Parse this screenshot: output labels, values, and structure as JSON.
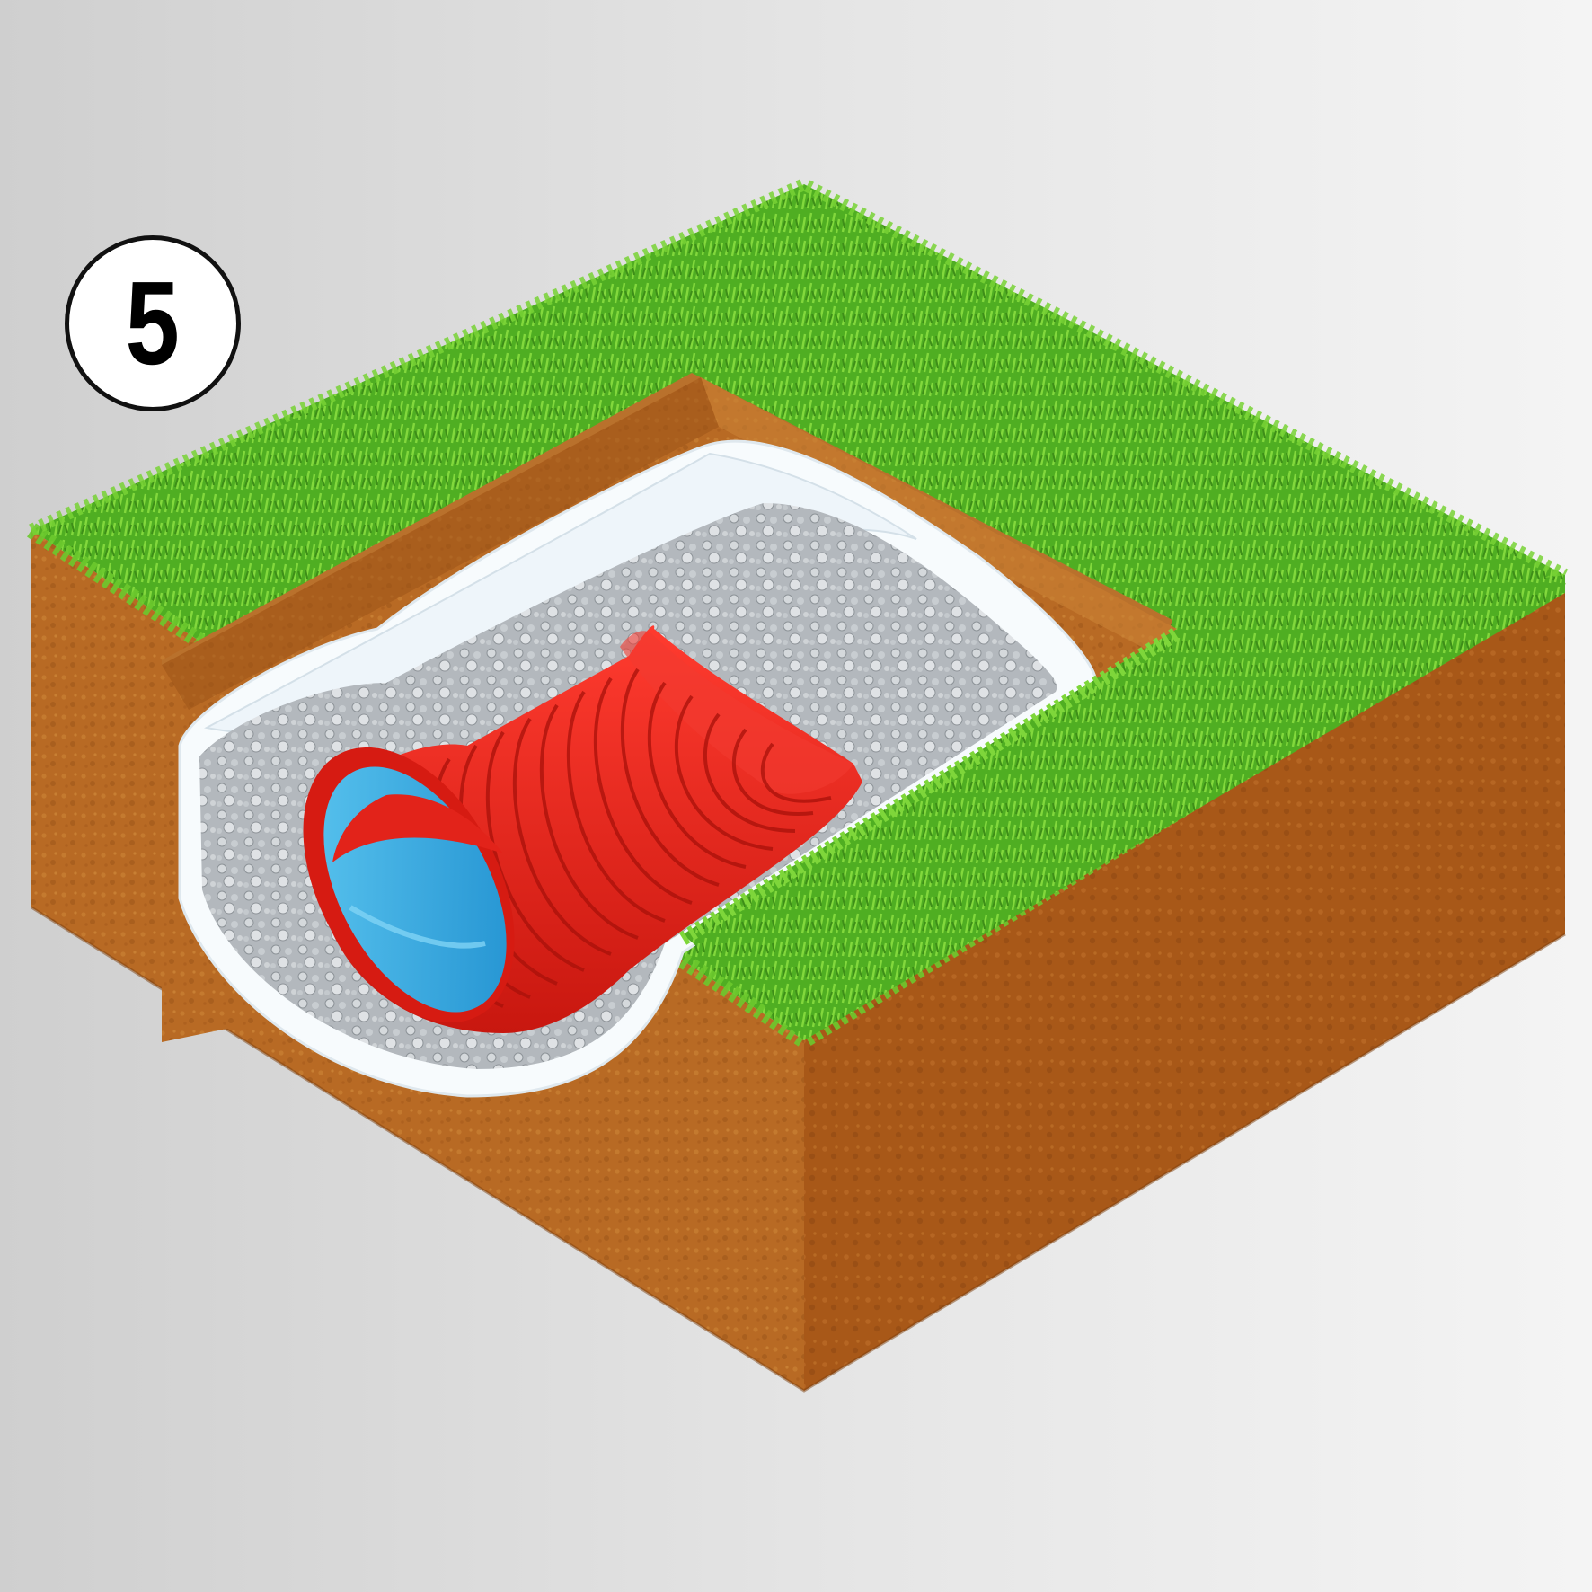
{
  "step": {
    "number": "5"
  },
  "colors": {
    "background_left": "#cfcfcf",
    "background_right": "#f4f4f4",
    "grass": "#4fae22",
    "grass_light": "#7ed63a",
    "soil_front": "#b86a24",
    "soil_right": "#a55717",
    "trench_wall": "#c07a33",
    "gravel": "#b7bcc0",
    "geotextile": "#ffffff",
    "pipe": "#e2231a",
    "pipe_inner": "#29a6e0"
  },
  "icons": [
    "grass-turf",
    "soil-block",
    "trench",
    "gravel-bed",
    "geotextile-wrap",
    "corrugated-pipe"
  ]
}
